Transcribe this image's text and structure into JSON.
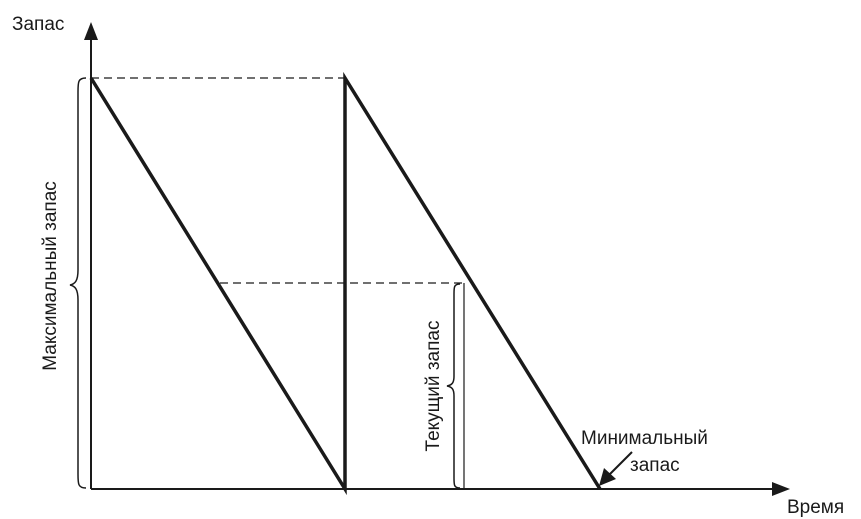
{
  "y_axis_label": "Запас",
  "x_axis_label": "Время",
  "max_stock_label": "Максимальный запас",
  "current_stock_label": "Текущий запас",
  "min_stock_label_line1": "Минимальный",
  "min_stock_label_line2": "запас",
  "colors": {
    "ink": "#1a1a1a",
    "background": "#ffffff"
  }
}
